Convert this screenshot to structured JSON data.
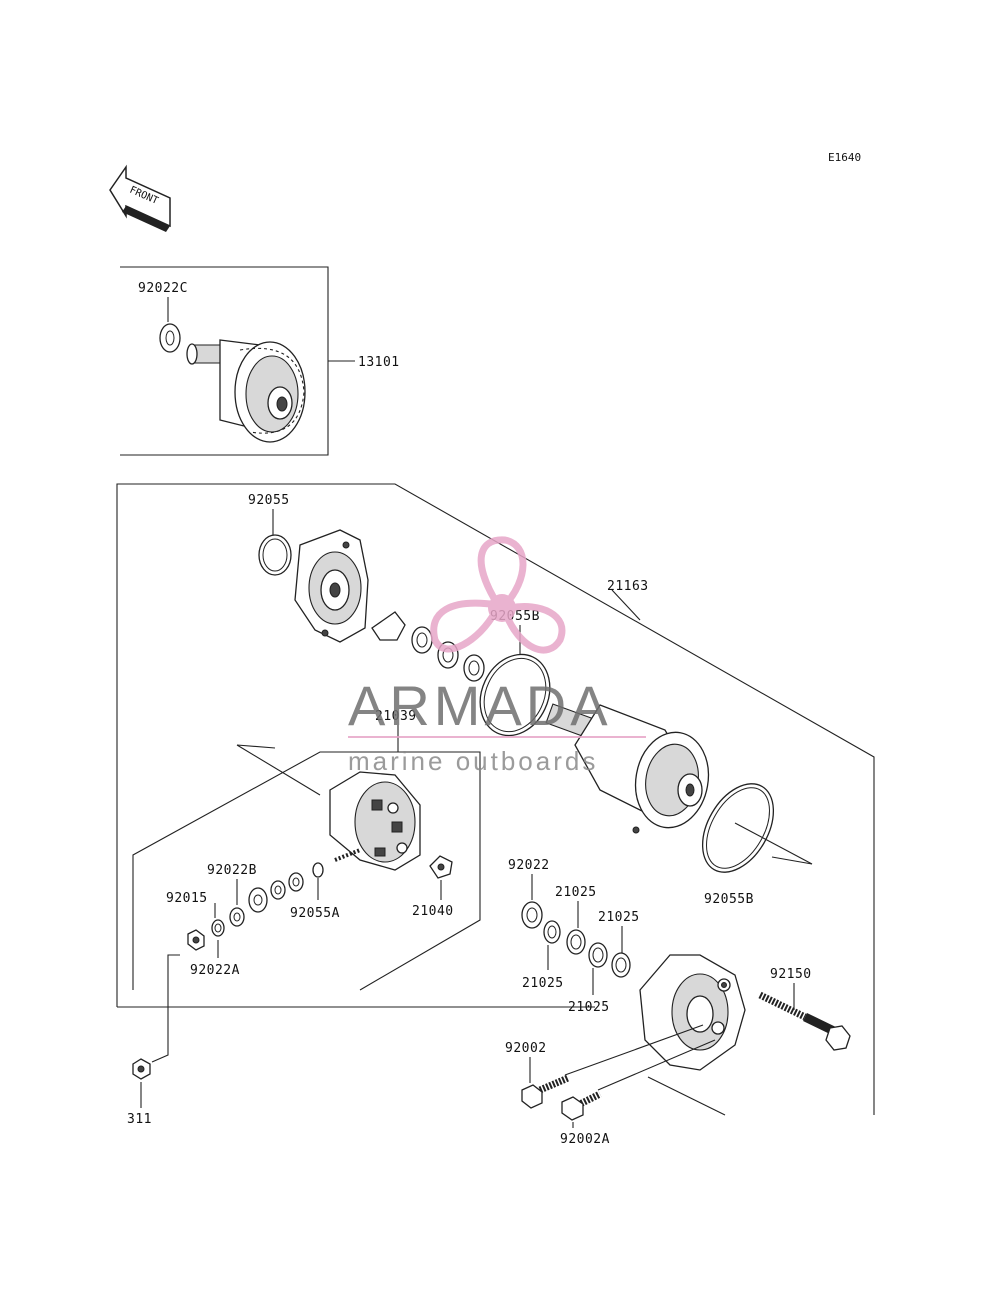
{
  "diagram_code": "E1640",
  "front_arrow_label": "FRONT",
  "watermark": {
    "brand": "ARMADA",
    "tagline": "marine outboards",
    "logo_color": "#e7a6c8"
  },
  "callouts": {
    "p92022c": "92022C",
    "p13101": "13101",
    "p92055": "92055",
    "p21163": "21163",
    "p92055b_top": "92055B",
    "p21039": "21039",
    "p92055b_bottom": "92055B",
    "p92022b": "92022B",
    "p92015": "92015",
    "p92055a": "92055A",
    "p21040": "21040",
    "p92022a": "92022A",
    "p92022": "92022",
    "p21025_a": "21025",
    "p21025_b": "21025",
    "p21025_c": "21025",
    "p21025_d": "21025",
    "p92150": "92150",
    "p92002": "92002",
    "p92002a": "92002A",
    "p311": "311"
  }
}
